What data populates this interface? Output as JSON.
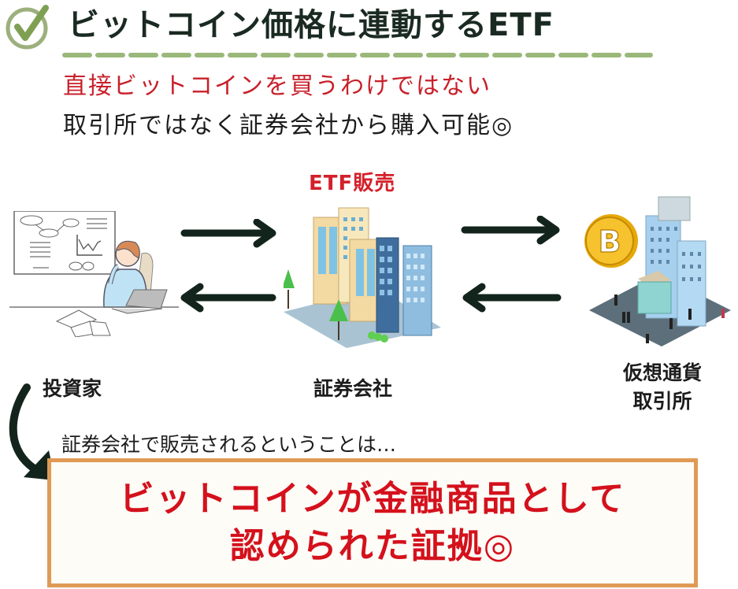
{
  "header": {
    "title": "ビットコイン価格に連動するETF",
    "check_icon": "check-circle-icon",
    "accent_color": "#8eab67"
  },
  "subtitles": {
    "red": "直接ビットコインを買うわけではない",
    "black": "取引所ではなく証券会社から購入可能◎"
  },
  "diagram": {
    "etf_sales_label": "ETF販売",
    "nodes": [
      {
        "id": "investor",
        "label": "投資家",
        "illustration": "investor-thinking-illustration"
      },
      {
        "id": "securities",
        "label": "証券会社",
        "illustration": "securities-company-buildings-illustration"
      },
      {
        "id": "exchange",
        "label_line1": "仮想通貨",
        "label_line2": "取引所",
        "illustration": "crypto-exchange-building-bitcoin-illustration"
      }
    ],
    "arrows": [
      {
        "from": "investor",
        "to": "securities",
        "direction": "right"
      },
      {
        "from": "securities",
        "to": "investor",
        "direction": "left"
      },
      {
        "from": "securities",
        "to": "exchange",
        "direction": "right"
      },
      {
        "from": "exchange",
        "to": "securities",
        "direction": "left"
      }
    ],
    "arrow_color": "#13241c"
  },
  "conclusion": {
    "lead": "証券会社で販売されるということは…",
    "line1": "ビットコインが金融商品として",
    "line2": "認められた証拠◎",
    "text_color": "#d4111c",
    "border_color": "#e09a55"
  }
}
